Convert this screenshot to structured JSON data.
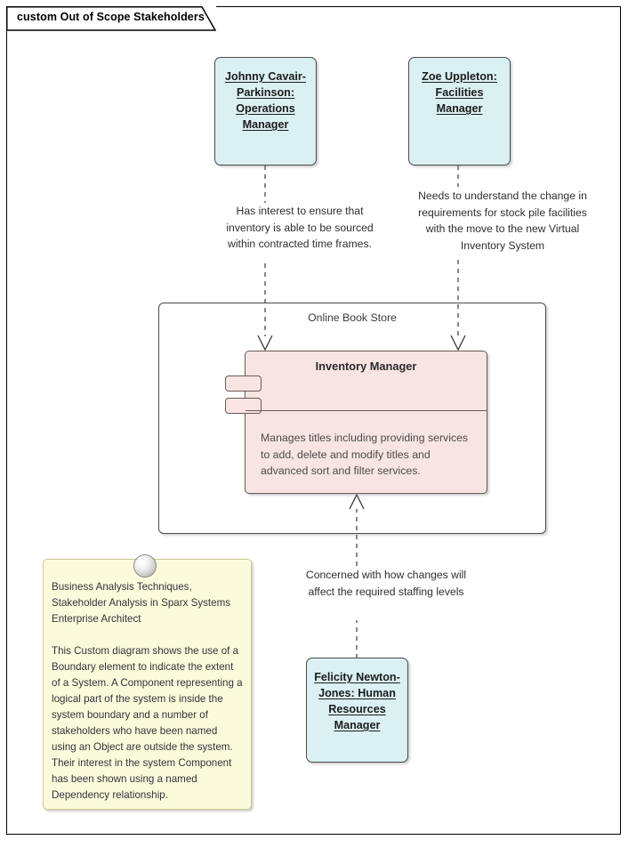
{
  "frame": {
    "title": "custom Out of Scope Stakeholders"
  },
  "boundary": {
    "label": "Online Book Store"
  },
  "component": {
    "name": "Inventory Manager",
    "description": "Manages titles including providing services to add, delete and modify titles and advanced sort and filter services."
  },
  "stakeholders": [
    {
      "id": "johnny",
      "name": "Johnny Cavair-Parkinson: Operations Manager"
    },
    {
      "id": "zoe",
      "name": "Zoe Uppleton: Facilities Manager"
    },
    {
      "id": "felicity",
      "name": "Felicity Newton-Jones: Human Resources Manager"
    }
  ],
  "dependencies": [
    {
      "id": "johnny",
      "label": "Has interest to ensure that inventory is able to be sourced within contracted time frames."
    },
    {
      "id": "zoe",
      "label": "Needs to understand the change in requirements for stock pile facilities with the move to the new Virtual Inventory System"
    },
    {
      "id": "felicity",
      "label": "Concerned with how changes will affect the required staffing levels"
    }
  ],
  "note": {
    "text": "Business Analysis Techniques, Stakeholder Analysis in Sparx Systems Enterprise Architect\n\nThis Custom diagram shows the use of a Boundary element to indicate the extent of a System. A Component representing a logical part of the system is inside the system boundary and a number of stakeholders who have been named using an Object are outside the system. Their interest in the system Component has been shown using a named Dependency relationship."
  },
  "colors": {
    "object_fill": "#daf0f2",
    "component_fill": "#f8e5e3",
    "note_fill": "#fbfbdc",
    "line": "#4a4a4a",
    "frame_border": "#000000"
  }
}
